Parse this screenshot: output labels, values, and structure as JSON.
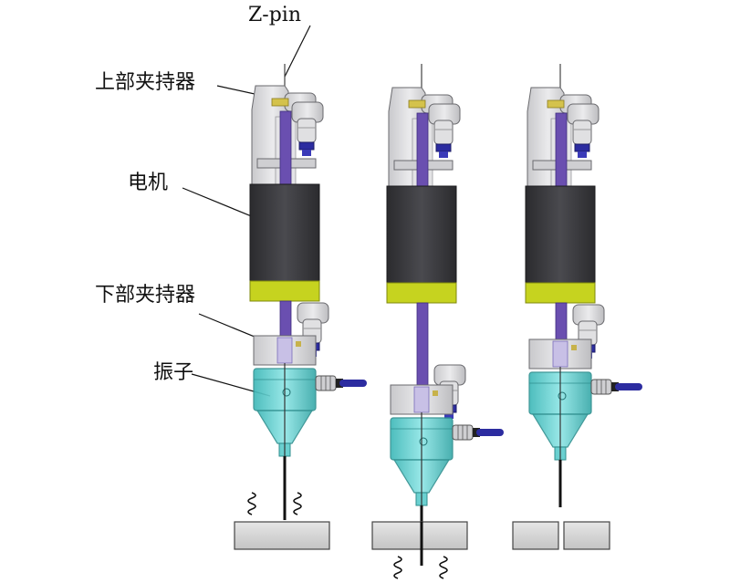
{
  "labels": {
    "zpin": "Z-pin",
    "upper_gripper": "上部夹持器",
    "motor": "电机",
    "lower_gripper": "下部夹持器",
    "vibrator": "振子"
  },
  "stages": [
    {
      "id": "stage-1",
      "state": "pin-above-workpiece",
      "springs_position": "above"
    },
    {
      "id": "stage-2",
      "state": "pin-inserted-vibrator-lowered",
      "springs_position": "below"
    },
    {
      "id": "stage-3",
      "state": "pin-cut",
      "springs_position": "none"
    }
  ],
  "colors": {
    "housing": "#d6d6d8",
    "housing_stroke": "#6a6a6e",
    "motor_body": "#3b3b3f",
    "motor_band": "#c6d31f",
    "pin_rod": "#6a4fb0",
    "vibrator_cyan": "#5fcfcf",
    "vibrator_stroke": "#2f8e8e",
    "connector_blue": "#2c2ca0",
    "workpiece": "#d9d9d9"
  }
}
